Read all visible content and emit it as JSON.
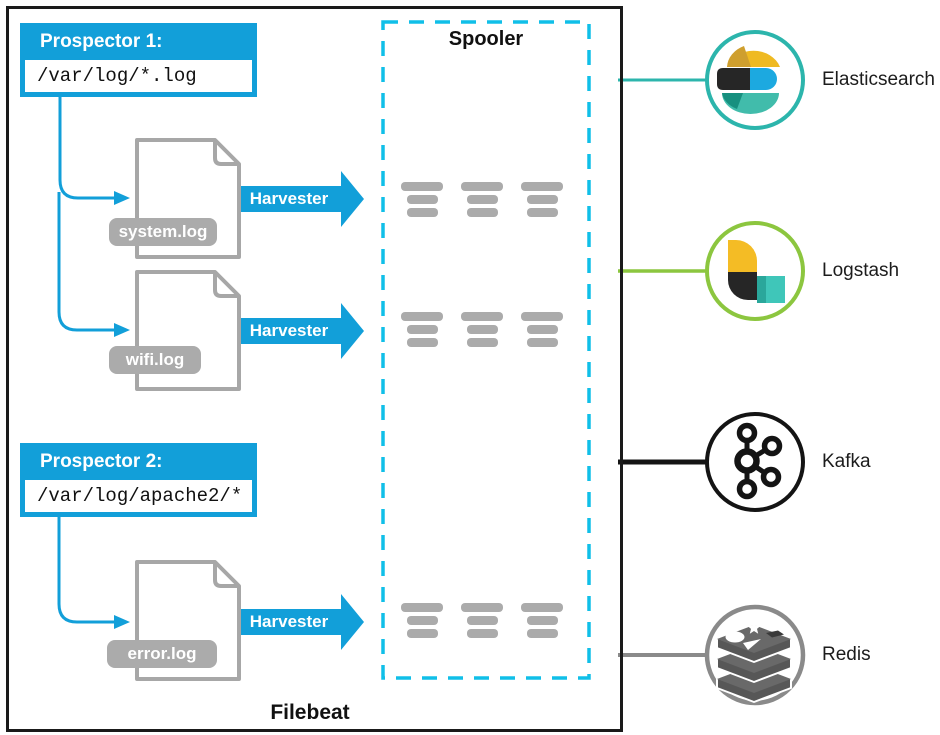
{
  "filebeat": {
    "label": "Filebeat"
  },
  "spooler": {
    "label": "Spooler"
  },
  "harvester": {
    "label": "Harvester"
  },
  "prospectors": [
    {
      "title": "Prospector 1:",
      "path": "/var/log/*.log"
    },
    {
      "title": "Prospector 2:",
      "path": "/var/log/apache2/*"
    }
  ],
  "files": [
    {
      "name": "system.log"
    },
    {
      "name": "wifi.log"
    },
    {
      "name": "error.log"
    }
  ],
  "outputs": [
    {
      "label": "Elasticsearch",
      "ring_color": "#2cb5ac",
      "line_color": "#2cb5ac"
    },
    {
      "label": "Logstash",
      "ring_color": "#8cc63f",
      "line_color": "#8cc63f"
    },
    {
      "label": "Kafka",
      "ring_color": "#141414",
      "line_color": "#141414"
    },
    {
      "label": "Redis",
      "ring_color": "#8a8a8a",
      "line_color": "#8a8a8a"
    }
  ],
  "colors": {
    "accent_blue": "#129fd9",
    "spooler_dash": "#10bfe8",
    "file_gray": "#a7a7a7",
    "bar_gray": "#ababab"
  }
}
